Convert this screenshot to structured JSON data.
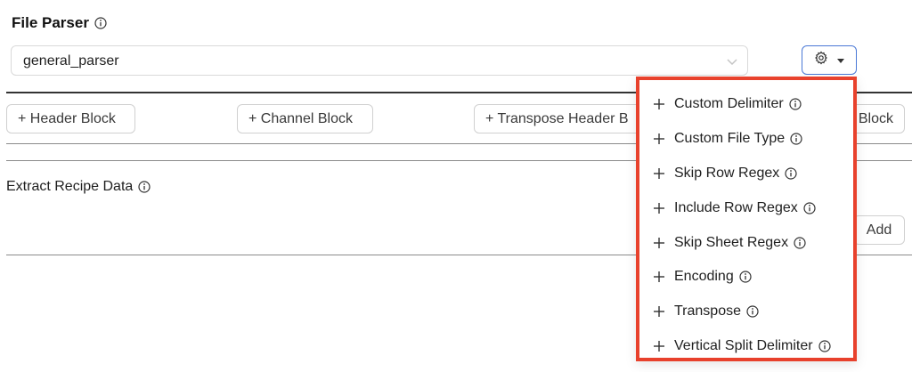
{
  "header": {
    "title": "File Parser"
  },
  "parser_select": {
    "value": "general_parser"
  },
  "blocks": {
    "header_block": "+ Header Block",
    "channel_block": "+ Channel Block",
    "transpose_header_block": "+ Transpose Header B",
    "block_partial": "Block"
  },
  "extract_section": {
    "label": "Extract Recipe Data",
    "add_label": "Add"
  },
  "settings_menu": {
    "highlight_color": "#e8412c",
    "items": [
      {
        "label": "Custom Delimiter"
      },
      {
        "label": "Custom File Type"
      },
      {
        "label": "Skip Row Regex"
      },
      {
        "label": "Include Row Regex"
      },
      {
        "label": "Skip Sheet Regex"
      },
      {
        "label": "Encoding"
      },
      {
        "label": "Transpose"
      },
      {
        "label": "Vertical Split Delimiter"
      }
    ]
  },
  "icons": {
    "info": "info-icon",
    "gear": "gear-icon",
    "caret": "caret-down-icon",
    "chevron": "chevron-down-icon",
    "plus": "plus-icon"
  }
}
